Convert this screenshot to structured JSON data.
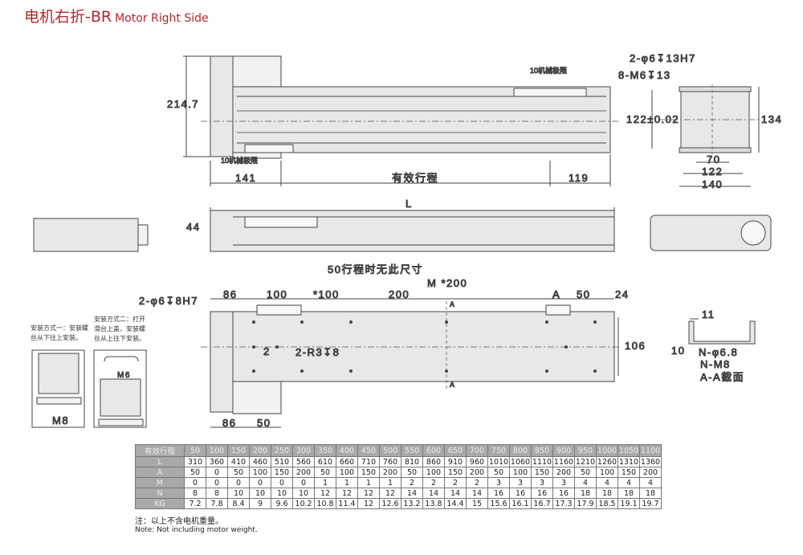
{
  "title": {
    "cn": "电机右折-BR",
    "en": "Motor Right Side"
  },
  "colors": {
    "title": "#b5272d",
    "table_header": "#a9a9a9",
    "body_fill": "#e8e8e8"
  },
  "top_view": {
    "height": "214.7",
    "limit_top": "10机械极限",
    "limit_bottom": "10机械极限",
    "left": "141",
    "stroke": "有效行程",
    "right": "119"
  },
  "end_view": {
    "hole1": "2-φ6↧13H7",
    "hole2": "8-M6↧13",
    "h_tol": "122±0.02",
    "h": "134",
    "w1": "70",
    "w2": "122",
    "w3": "140"
  },
  "side_view": {
    "length": "L",
    "height": "44"
  },
  "bottom_view": {
    "hole": "2-φ6↧8H7",
    "d86": "86",
    "d100": "100",
    "d100s": "*100",
    "d200": "200",
    "m": "M *200",
    "a": "A",
    "d50": "50",
    "d24": "24",
    "note50": "50行程时无此尺寸",
    "h106": "106",
    "d2": "2",
    "r3": "2-R3↧8",
    "b86": "86",
    "b50": "50",
    "section_mark": "A"
  },
  "section": {
    "d11": "11",
    "d10": "10",
    "n1": "N-φ6.8",
    "n2": "N-M8",
    "label": "A-A截面"
  },
  "mounting": {
    "method1": "安装方式一：安装螺丝从下往上安装。",
    "method2": "安装方式二：打开滑台上盖，安装螺丝从上往下安装。",
    "m8": "M8",
    "m6": "M6"
  },
  "table": {
    "headers": [
      "有效行程",
      "50",
      "100",
      "150",
      "200",
      "250",
      "300",
      "350",
      "400",
      "450",
      "500",
      "550",
      "600",
      "650",
      "700",
      "750",
      "800",
      "850",
      "900",
      "950",
      "1000",
      "1050",
      "1100"
    ],
    "rows": [
      {
        "label": "L",
        "values": [
          "310",
          "360",
          "410",
          "460",
          "510",
          "560",
          "610",
          "660",
          "710",
          "760",
          "810",
          "860",
          "910",
          "960",
          "1010",
          "1060",
          "1110",
          "1160",
          "1210",
          "1260",
          "1310",
          "1360"
        ]
      },
      {
        "label": "A",
        "values": [
          "50",
          "0",
          "50",
          "100",
          "150",
          "200",
          "50",
          "100",
          "150",
          "200",
          "50",
          "100",
          "150",
          "200",
          "50",
          "100",
          "150",
          "200",
          "50",
          "100",
          "150",
          "200"
        ]
      },
      {
        "label": "M",
        "values": [
          "0",
          "0",
          "0",
          "0",
          "0",
          "0",
          "1",
          "1",
          "1",
          "1",
          "2",
          "2",
          "2",
          "2",
          "3",
          "3",
          "3",
          "3",
          "4",
          "4",
          "4",
          "4"
        ]
      },
      {
        "label": "N",
        "values": [
          "8",
          "8",
          "10",
          "10",
          "10",
          "10",
          "12",
          "12",
          "12",
          "12",
          "14",
          "14",
          "14",
          "14",
          "16",
          "16",
          "16",
          "16",
          "18",
          "18",
          "18",
          "18"
        ]
      },
      {
        "label": "KG",
        "values": [
          "7.2",
          "7.8",
          "8.4",
          "9",
          "9.6",
          "10.2",
          "10.8",
          "11.4",
          "12",
          "12.6",
          "13.2",
          "13.8",
          "14.4",
          "15",
          "15.6",
          "16.1",
          "16.7",
          "17.3",
          "17.9",
          "18.5",
          "19.1",
          "19.7"
        ]
      }
    ]
  },
  "notes": {
    "cn": "注：以上不含电机重量。",
    "en": "Note: Not including motor weight."
  }
}
